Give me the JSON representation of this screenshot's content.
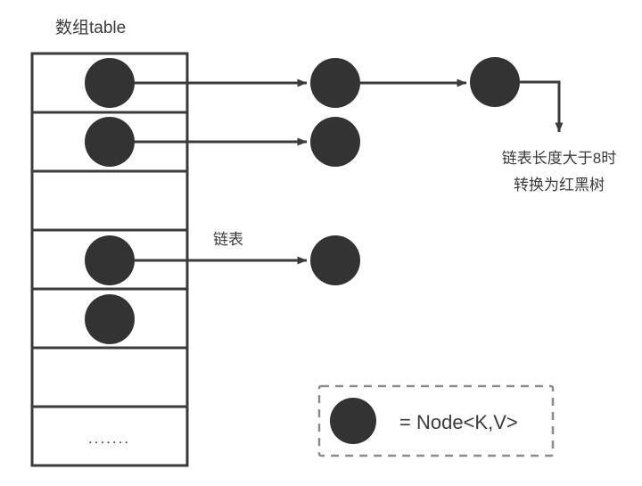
{
  "diagram": {
    "title": "数组table",
    "colors": {
      "node_fill": "#333333",
      "stroke": "#3b3b3b",
      "text": "#3b3b3b",
      "legend_border": "#8c8c8c",
      "background": "#ffffff"
    },
    "table": {
      "name": "数组table",
      "bucket_count": 7,
      "buckets": [
        {
          "index": 0,
          "has_node": true,
          "has_chain": true,
          "chain_length": 3,
          "filler": ""
        },
        {
          "index": 1,
          "has_node": true,
          "has_chain": true,
          "chain_length": 1,
          "filler": ""
        },
        {
          "index": 2,
          "has_node": false,
          "has_chain": false,
          "chain_length": 0,
          "filler": ""
        },
        {
          "index": 3,
          "has_node": true,
          "has_chain": true,
          "chain_length": 1,
          "filler": ""
        },
        {
          "index": 4,
          "has_node": true,
          "has_chain": false,
          "chain_length": 0,
          "filler": ""
        },
        {
          "index": 5,
          "has_node": false,
          "has_chain": false,
          "chain_length": 0,
          "filler": ""
        },
        {
          "index": 6,
          "has_node": false,
          "has_chain": false,
          "chain_length": 0,
          "filler": "......."
        }
      ]
    },
    "labels": {
      "linked_list": "链表",
      "note_line_1": "链表长度大于8时",
      "note_line_2": "转换为红黑树"
    },
    "legend": {
      "equals_label": "= Node<K,V>",
      "swatch_shape": "filled-circle"
    }
  }
}
